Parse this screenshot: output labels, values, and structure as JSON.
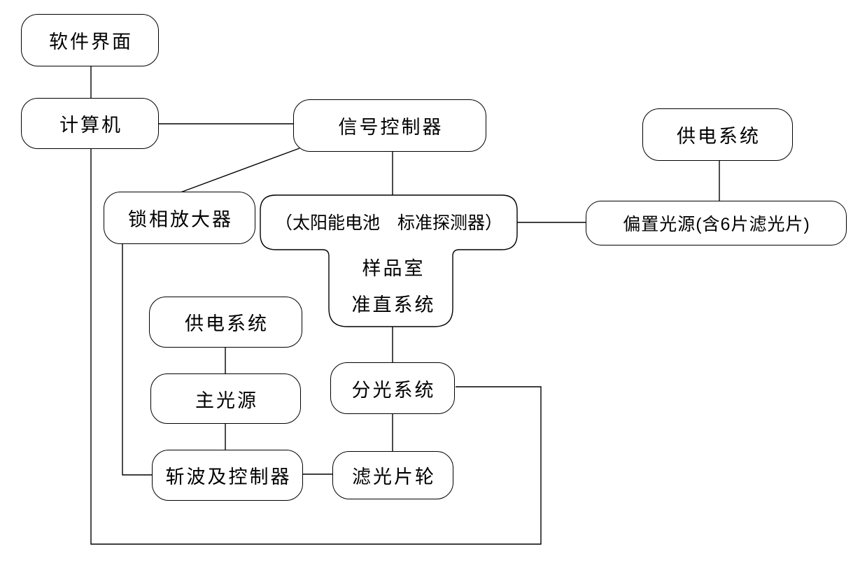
{
  "diagram": {
    "background": "#ffffff",
    "line_color": "#000000",
    "text_color": "#000000",
    "nodes": {
      "software_interface": "软件界面",
      "computer": "计算机",
      "signal_controller": "信号控制器",
      "power_supply_right": "供电系统",
      "lock_in_amplifier": "锁相放大器",
      "sample_chamber_header": "（太阳能电池　标准探测器）",
      "sample_chamber": "样品室",
      "collimation_system": "准直系统",
      "bias_light_source": "偏置光源(含6片滤光片)",
      "power_supply_left": "供电系统",
      "main_light_source": "主光源",
      "chopper_controller": "斩波及控制器",
      "spectral_splitting_system": "分光系统",
      "filter_wheel": "滤光片轮"
    },
    "edges": [
      {
        "from": "软件界面",
        "to": "计算机"
      },
      {
        "from": "计算机",
        "to": "信号控制器"
      },
      {
        "from": "信号控制器",
        "to": "锁相放大器"
      },
      {
        "from": "信号控制器",
        "to": "样品室（太阳能电池 标准探测器）"
      },
      {
        "from": "供电系统(右)",
        "to": "偏置光源(含6片滤光片)"
      },
      {
        "from": "样品室（太阳能电池 标准探测器）",
        "to": "偏置光源(含6片滤光片)"
      },
      {
        "from": "准直系统",
        "to": "分光系统"
      },
      {
        "from": "分光系统",
        "to": "滤光片轮"
      },
      {
        "from": "斩波及控制器",
        "to": "滤光片轮"
      },
      {
        "from": "供电系统(左)",
        "to": "主光源"
      },
      {
        "from": "主光源",
        "to": "斩波及控制器"
      },
      {
        "from": "锁相放大器",
        "to": "斩波及控制器"
      },
      {
        "from": "计算机",
        "to": "分光系统"
      }
    ]
  }
}
